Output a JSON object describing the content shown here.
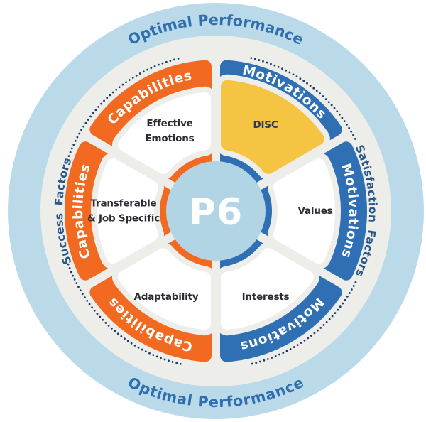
{
  "diagram": {
    "center_label": "P6",
    "outer_ring_labels": {
      "top": "Optimal Performance",
      "bottom": "Optimal Performance"
    },
    "side_labels": {
      "left": "Success Factors",
      "right": "Satisfaction Factors"
    },
    "sectors": [
      {
        "id": "effective-emotions",
        "angle": 120,
        "group": "Capabilities",
        "label_lines": [
          "Effective",
          "Emotions"
        ],
        "color_key": "orange",
        "highlighted": false
      },
      {
        "id": "disc",
        "angle": 60,
        "group": "Motivations",
        "label_lines": [
          "DISC"
        ],
        "color_key": "blue",
        "highlighted": true
      },
      {
        "id": "values",
        "angle": 0,
        "group": "Motivations",
        "label_lines": [
          "Values"
        ],
        "color_key": "blue",
        "highlighted": false
      },
      {
        "id": "interests",
        "angle": 300,
        "group": "Motivations",
        "label_lines": [
          "Interests"
        ],
        "color_key": "blue",
        "highlighted": false
      },
      {
        "id": "adaptability",
        "angle": 240,
        "group": "Capabilities",
        "label_lines": [
          "Adaptability"
        ],
        "color_key": "orange",
        "highlighted": false
      },
      {
        "id": "transferable-job-specific",
        "angle": 180,
        "group": "Capabilities",
        "label_lines": [
          "Transferable",
          "& Job Specific"
        ],
        "color_key": "orange",
        "highlighted": false
      }
    ],
    "colors": {
      "orange": "#F26A22",
      "blue": "#2F6FB3",
      "yellow": "#F6C443",
      "outer_ring": "#BADAE9",
      "disc_bg": "#EDEDE9",
      "center_circle": "#B1D5E5",
      "dots": "#1B3C6B",
      "side_label_text": "#27568B",
      "ring_label_text": "#2F6FAF",
      "segment_text": "#2B2B33",
      "highlight_segment_text": "#2E3A52",
      "band_text": "#FFFFFF",
      "segment_bg": "#FFFFFF"
    }
  }
}
